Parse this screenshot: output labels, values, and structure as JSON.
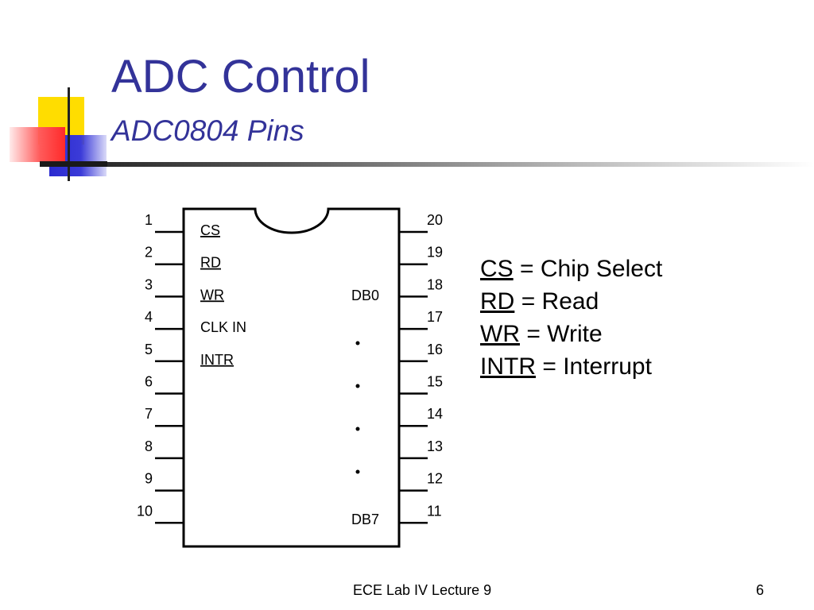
{
  "slide": {
    "title": "ADC Control",
    "subtitle": "ADC0804 Pins",
    "footer": "ECE Lab IV Lecture 9",
    "page_number": "6"
  },
  "chip": {
    "left_pins": [
      "1",
      "2",
      "3",
      "4",
      "5",
      "6",
      "7",
      "8",
      "9",
      "10"
    ],
    "right_pins": [
      "20",
      "19",
      "18",
      "17",
      "16",
      "15",
      "14",
      "13",
      "12",
      "11"
    ],
    "left_signals": [
      {
        "label": "CS",
        "active_low": true
      },
      {
        "label": "RD",
        "active_low": true
      },
      {
        "label": "WR",
        "active_low": true
      },
      {
        "label": "CLK IN",
        "active_low": false
      },
      {
        "label": "INTR",
        "active_low": true
      }
    ],
    "right_signals": [
      {
        "label": "DB0",
        "pin_index": 2
      },
      {
        "label": "DB7",
        "pin_index": 9
      }
    ]
  },
  "legend": [
    {
      "abbr": "CS",
      "meaning": "= Chip Select"
    },
    {
      "abbr": "RD",
      "meaning": "= Read"
    },
    {
      "abbr": "WR",
      "meaning": "= Write"
    },
    {
      "abbr": "INTR",
      "meaning": "= Interrupt"
    }
  ],
  "colors": {
    "title": "#333399",
    "deco_yellow": "#ffdd00",
    "deco_blue": "#2a2ad0",
    "deco_red": "#ff2a2a"
  }
}
